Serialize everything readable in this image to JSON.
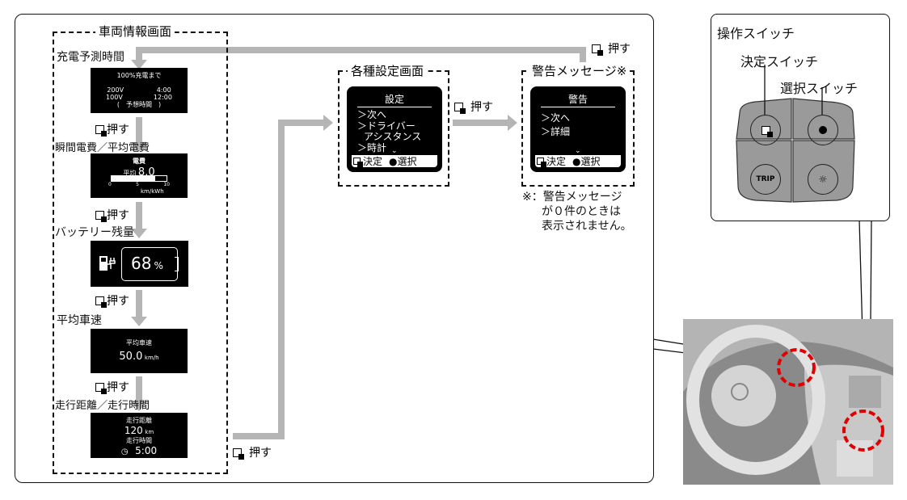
{
  "vehicle_info": {
    "title": "車両情報画面",
    "push_label": "押す",
    "sections": [
      {
        "label": "充電予測時間",
        "screen": {
          "line1": "100%充電まで",
          "row1_left": "200V",
          "row1_right": "4:00",
          "row2_left": "100V",
          "row2_right": "12:00",
          "footer": "(　予想時間　)"
        }
      },
      {
        "label": "瞬間電費／平均電費",
        "screen": {
          "title": "電費",
          "avg_label": "平均",
          "value": "8.0",
          "bar_fraction": 0.8,
          "ticks": [
            "0",
            "5",
            "10"
          ],
          "unit": "km/kWh"
        }
      },
      {
        "label": "バッテリー残量",
        "screen": {
          "value": "68",
          "unit": "%",
          "icon": "charging-station-icon"
        }
      },
      {
        "label": "平均車速",
        "screen": {
          "title": "平均車速",
          "value": "50.0",
          "unit": "km/h"
        }
      },
      {
        "label": "走行距離／走行時間",
        "screen": {
          "dist_title": "走行距離",
          "dist_value": "120",
          "dist_unit": "km",
          "time_title": "走行時間",
          "time_value": "5:00",
          "icon": "clock-icon"
        }
      }
    ]
  },
  "settings": {
    "title": "各種設定画面",
    "screen_title": "設定",
    "items": [
      "＞次へ",
      "＞ドライバー",
      "アシスタンス",
      "＞時計"
    ],
    "foot_enter": "決定",
    "foot_select": "●選択"
  },
  "warning": {
    "title": "警告メッセージ※",
    "screen_title": "警告",
    "items": [
      "＞次へ",
      "＞詳細"
    ],
    "foot_enter": "決定",
    "foot_select": "●選択",
    "note": [
      "※：警告メッセージ",
      "が０件のときは",
      "表示されません。"
    ]
  },
  "push_labels": {
    "bottom": "押す",
    "middle": "押す",
    "top": "押す"
  },
  "switch_panel": {
    "title": "操作スイッチ",
    "enter_switch": "決定スイッチ",
    "select_switch": "選択スイッチ",
    "trip_button": "TRIP",
    "accent": "#e00000"
  }
}
